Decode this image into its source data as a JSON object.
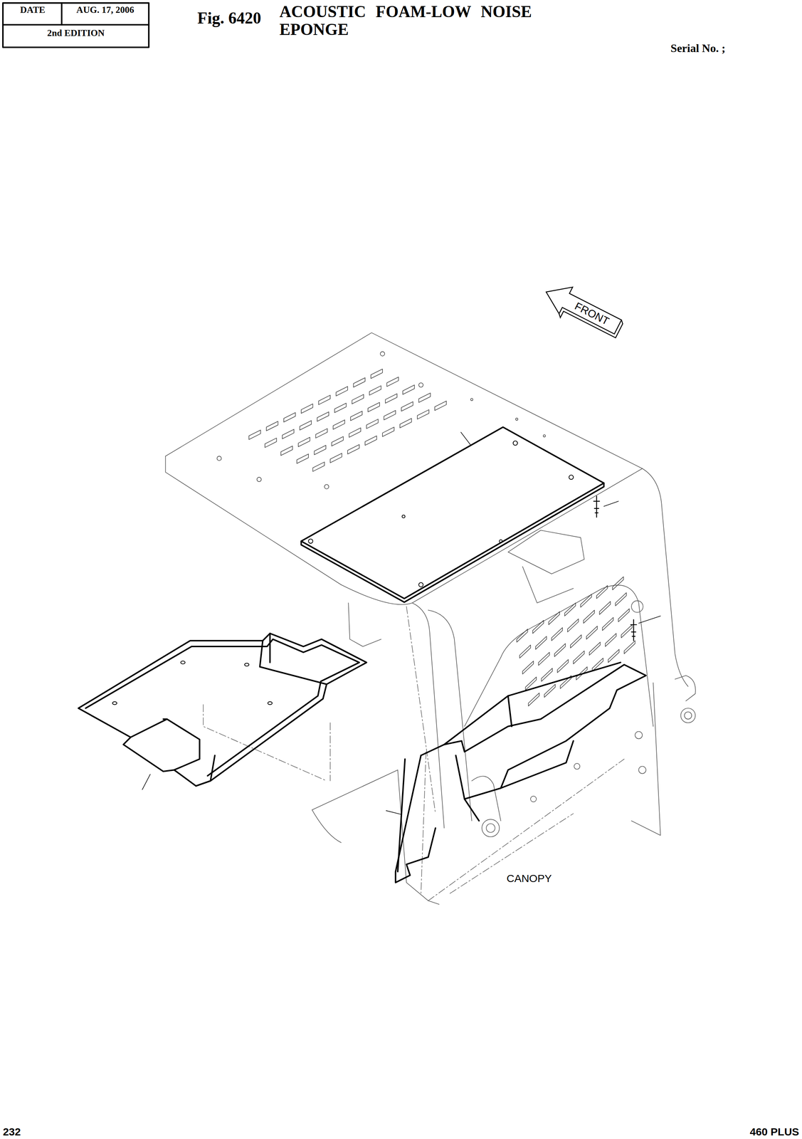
{
  "diagram": {
    "title": "ACOUSTIC FOAM-LOW NOISE EPONGE",
    "nodes": [
      {
        "text": [
          "FRONT"
        ]
      }
    ],
    "labels": [
      "DATE",
      "AUG. 17, 2006",
      "2nd EDITION",
      "Fig. 6420",
      "Serial No. ;",
      "CANOPY",
      "232",
      "460 PLUS"
    ]
  }
}
